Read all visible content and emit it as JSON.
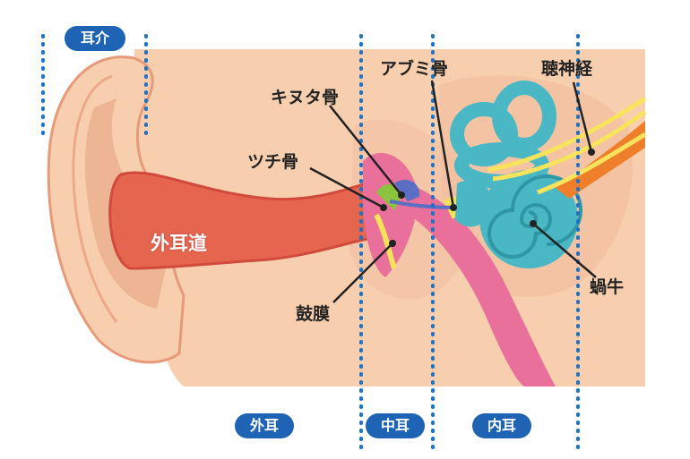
{
  "colors": {
    "pill_bg": "#1e63b4",
    "dotted_line": "#1a73c9",
    "skin": "#f7cfae",
    "skin_dark": "#eeb594",
    "canal": "#e5654f",
    "tympanic": "#e8709a",
    "ossicle_green": "#8ac43f",
    "ossicle_yellow": "#f6e15a",
    "cochlea": "#49b8c4",
    "nerve_orange": "#ef7e2a",
    "nerve_yellow": "#f7e35c"
  },
  "labels": {
    "pinna": "耳介",
    "ear_canal": "外耳道",
    "incus": "キヌタ骨",
    "malleus": "ツチ骨",
    "stapes": "アブミ骨",
    "auditory_nerve": "聴神経",
    "eardrum": "鼓膜",
    "cochlea": "蝸牛"
  },
  "regions": {
    "outer_ear": "外耳",
    "middle_ear": "中耳",
    "inner_ear": "内耳"
  }
}
